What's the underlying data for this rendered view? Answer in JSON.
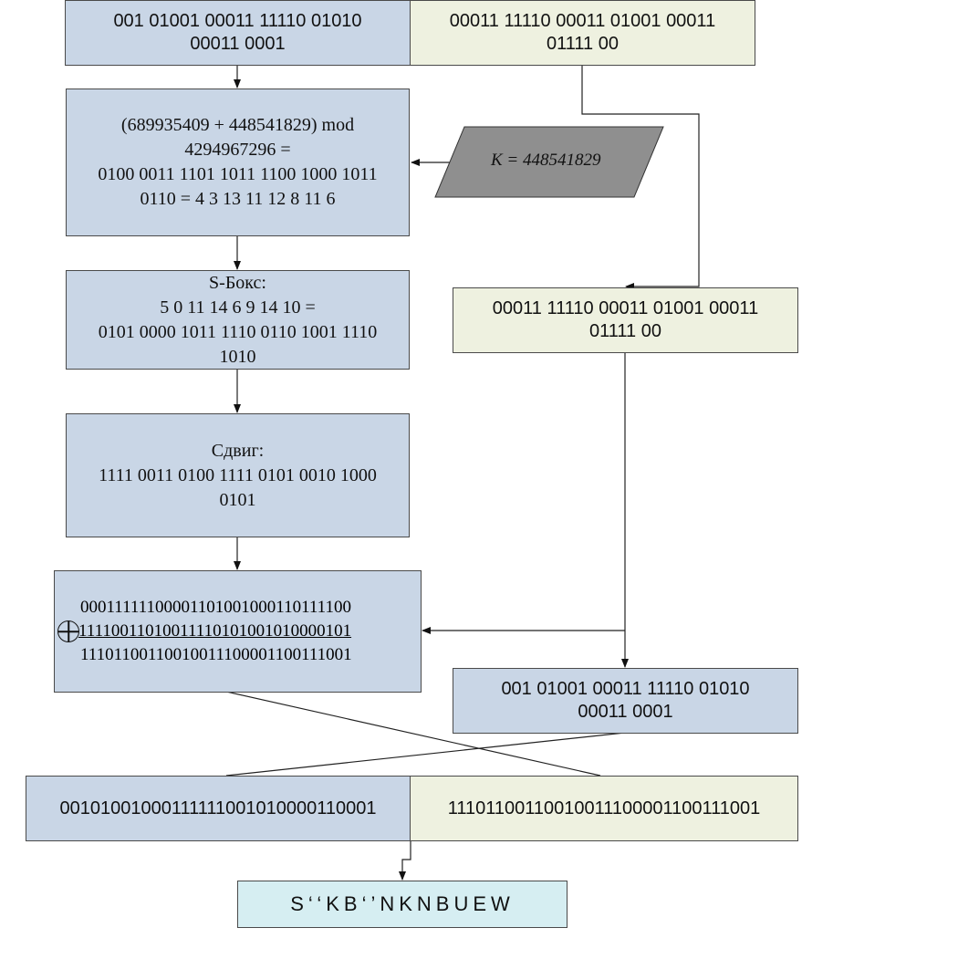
{
  "input_left": [
    "001 01001 00011 11110 01010",
    "00011 0001"
  ],
  "input_right": [
    "00011 11110 00011 01001 00011",
    "01111 00"
  ],
  "mod_add": [
    "(689935409 +  448541829) mod",
    "4294967296  =",
    "0100 0011 1101 1011 1100 1000 1011",
    "0110 = 4 3 13 11 12 8 11 6"
  ],
  "key": "K = 448541829",
  "sbox": [
    "S-Бокс:",
    "5 0 11 14 6 9 14 10 =",
    "0101 0000 1011 1110 0110 1001 1110",
    "1010"
  ],
  "shift": [
    "Сдвиг:",
    "1111 0011 0100 1111 0101 0010 1000",
    "0101"
  ],
  "right_copy": [
    "00011 11110 00011 01001 00011",
    "01111 00"
  ],
  "xor": {
    "operand_a": "00011111100001101001000110111100",
    "operand_b": "11110011010011110101001010000101",
    "result": "11101100110010011100001100111001"
  },
  "left_copy": [
    "001 01001 00011 11110 01010",
    "00011 0001"
  ],
  "output_left": "00101001000111111001010000110001",
  "output_right": "11101100110010011100001100111001",
  "result": "S‘‘KB‘’NKNBUEW"
}
